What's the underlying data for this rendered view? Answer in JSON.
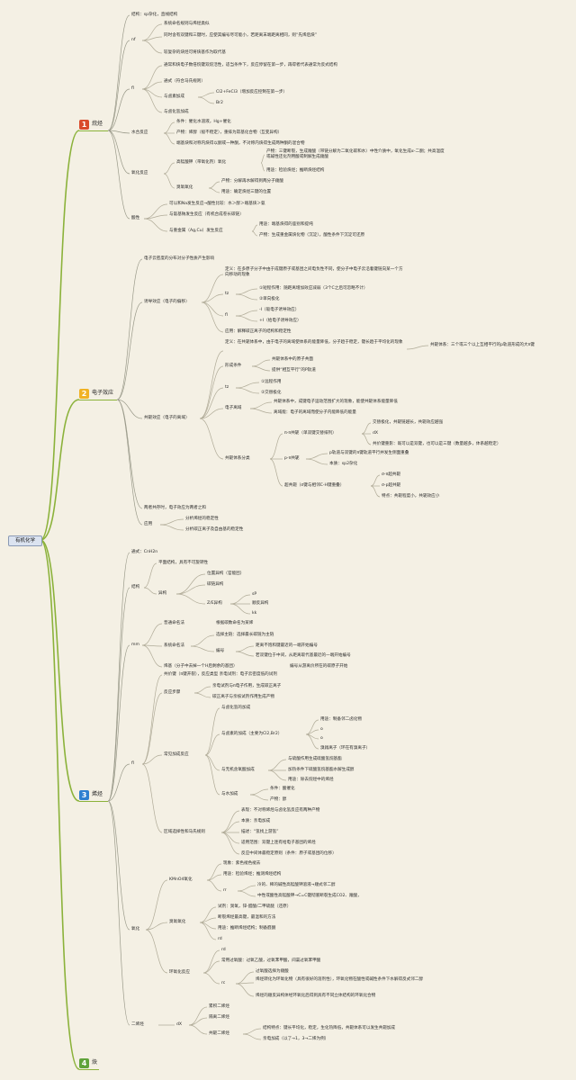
{
  "root": "有机化学",
  "b1": {
    "num": "1",
    "label": "烷烃"
  },
  "b2": {
    "num": "2",
    "label": "电子效应"
  },
  "b3": {
    "num": "3",
    "label": "烯烃"
  },
  "b4": {
    "num": "4",
    "label": "炔"
  },
  "s1": {
    "structure": "结构：sp杂化，直线结构",
    "nf": "nf",
    "nf_1": "系统命名规则与烯烃类似",
    "nf_2": "同时含有双键和三键时，应使其编号尽可能小，若距离末端距离相同，则“先烯后炔”",
    "nf_3": "较复杂的炔烃可将炔基作为取代基",
    "fl": "fl",
    "fl_1": "通常和炔电子数倍烷键双烷活性，适当条件下，反应停留在第一步，再得者代表通常为反式结构",
    "fl_2": "通式（符合马氏规则）",
    "fl_3": "与卤素加成",
    "fl_3a": "Cl2+FeCl3（增加反应控制在第一步）",
    "fl_3b": "Br2",
    "fl_4": "与卤化氢加成",
    "hydration": "水合反应",
    "hy_1": "条件：催化水溶液，Hg+催化",
    "hy_2": "产物：烯醇（极不稳定），重排为羰基化合物（互变异构）",
    "hy_3": "端基炔和对称内炔得以酮或一种酮，不对称内炔得生成两种酮的混合物",
    "oxidation": "氧化反应",
    "ox_1": "高锰酸钾（带氧化剂）氧化",
    "ox_1a": "产物：三键断裂，生成羧酸（带链分解为二氧化碳和水）中性介质中，氧化生成α-二酮；共高温度或碱性还化剂用酸或制解生成羧酸",
    "ox_1b": "用途：检验炔烃；推断炔烃结构",
    "ox_2": "臭氧氧化",
    "ox_2a": "产物：分解再水解得到两分子羧酸",
    "ox_2b": "用途：确定炔烃三键的位置",
    "acidity": "酸性",
    "ac_1": "可以和Na发生反应→酸性比较：水＞醇＞端基炔＞氨",
    "ac_2": "与氨基钠发生反应（有机合成卷长碳链）",
    "ac_3": "与重金属（Ag,Cu）发生反应",
    "ac_3a": "用途：端基炔得的鉴别和提纯",
    "ac_3b": "产物：生成重金属炔化物（沉淀），酸性条件下沉淀可还原"
  },
  "s2": {
    "intro": "电子云密度的分布对分子性质产生影响",
    "inductive": "诱导效应（电子的偏移）",
    "in_def": "定义：在多原子分子中由于成键原子或基团之间电负性不同，使分子中电子云沿着键链向某一个方向移动的现象",
    "in_tz": "tz",
    "in_tz_1": "①短程作用：随距离增加效应减弱（3个C之后可忽略不计）",
    "in_tz_2": "②单向极化",
    "in_fl": "fl",
    "in_fl_1": "-I（吸电子诱导效应）",
    "in_fl_2": "+I（给电子诱导效应）",
    "in_app": "应用：解释碳正离子的结构和稳定性",
    "conj": "共轭效应（电子的离域）",
    "cj_def": "定义：在共轭体系中，由于电子的离域使体系的能量降低，分子趋于稳定，键长趋于平均化的现象",
    "cj_sys": "共轭体系：三个或三个以上互相平行的p轨道形成的大π键",
    "cj_form": "形成条件",
    "cj_form_1": "共轭体系中的原子共面",
    "cj_form_2": "提供“相互平行”的P轨道",
    "cj_tz": "tz",
    "cj_tz_1": "①远程作用",
    "cj_tz_2": "②交替极化",
    "cj_dl": "电子离域",
    "cj_dl_1": "共轭体系中，成键电子运动范围扩大的现象，能使共轭体系能量降低",
    "cj_dl_2": "离域能：电子的离域而使分子内能降低的能量",
    "cj_cls": "共轭体系分类",
    "pipi": "π-π共轭（单双键交替排列）",
    "pipi_1": "交替极化，共轭链越长，共轭效应越强",
    "pipi_2": "dX",
    "pipi_3": "共价键重影：既可以是双键，也可以是三键（数量越多，体系越稳定）",
    "ppi": "p-π共轭",
    "ppi_1": "p轨道与双键的π键轨道平行并发生侧面重叠",
    "ppi_2": "本质：sp2杂化",
    "hyper": "超共轭（σ键与相邻C-H键重叠）",
    "hy_1": "σ-π超共轭",
    "hy_2": "σ-p超共轭",
    "hy_3": "特点：共轭程度小，共轭效应小",
    "coexist": "两者共存时，电子效应为两者之和",
    "app": "应用",
    "app_1": "分析烯烃的稳定性",
    "app_2": "分析碳正离子及自由基的稳定性"
  },
  "s3": {
    "formula": "通式：CnH2n",
    "jg": "结构",
    "jg_1": "平面结构，具有不可旋转性",
    "yg": "异构",
    "yg_1": "位置异构（官能团）",
    "yg_2": "碳链异构",
    "yg_3": "Z/E异构",
    "yg_3a": "sP",
    "yg_3b": "顺反异构",
    "yg_3c": "kk",
    "mm": "mm",
    "mm_1": "普通命名法",
    "mm_1a": "根据碳数命名为某烯",
    "mm_2": "系统命名法",
    "mm_2a": "选择主链：选择最长碳链为主链",
    "mm_2b": "编号",
    "mm_2c": "距离不饱和键最近的一端开始编号",
    "mm_2d": "若双键位于中间，从距离取代基最近的一端开始编号",
    "mm_3": "烯基（分子中去掉一个H后剩余的基团）",
    "mm_3a": "编号从游离价所在的碳原子开始",
    "fl": "fl",
    "fl_yz": "共价键（π键开裂），反应类型 亲电试剂：电子云密度低的试剂",
    "fl_bz": "反应步骤",
    "fl_bz_1": "亲电试剂与π电子作用，生成碳正离子",
    "fl_bz_2": "碳正离子与亲核试剂作用生成产物",
    "fl_cy": "常见加成反应",
    "fl_cy_1": "与卤化氢的加成",
    "fl_cy_2": "与卤素的加成（主要为Cl2,Br2）",
    "fl_cy_2a": "用途：制备邻二卤化物",
    "fl_cy_2b": "o",
    "fl_cy_2c": "o",
    "fl_cy_2d": "溴鎓离子（环在有溴离子）",
    "fl_cy_3": "与无机含氧酸加成",
    "fl_cy_3a": "与硫酸作用生成硫酸氢烷基酯",
    "fl_cy_3b": "加热条件下硫酸氢烷基酯水解生成醇",
    "fl_cy_3c": "用途：除去烷烃中的烯烃",
    "fl_cy_4": "与水加成",
    "fl_cy_4a": "条件：酸催化",
    "fl_cy_4b": "产物：醇",
    "fl_qy": "区域选择性和马氏规则",
    "fl_qy_1": "表现：不对称烯烃与卤化氢反应有两种产物",
    "fl_qy_2": "本质：亲电加成",
    "fl_qy_3": "描述：“氢找上游氢”",
    "fl_qy_4": "适用范围：双键上连有给电子基团的烯烃",
    "fl_qy_5": "反应中间体最稳定原则（条件：原子或基团的位移）",
    "yh": "氧化",
    "yh_k": "KMnO4氧化",
    "yh_k1": "现象：紫色褪色褪去",
    "yh_k2": "用途：检验烯烃；推测烯烃结构",
    "yh_rr": "rr",
    "yh_rr1": "冷的、稀的碱性高锰酸钾溶液→顺式邻二醇",
    "yh_rr2": "中性或酸性高锰酸钾→C=C键彻底断裂生成CO2、羧酸，",
    "yh_o": "臭氧氧化",
    "yh_o1": "试剂：臭氧，锌-醋酸/二甲硫醚（还原）",
    "yh_o2": "断裂烯烃最高键，最温和的方法",
    "yh_o3": "用途：推断烯烃结构；制备醛酮",
    "yh_o4": "rd",
    "hh": "环氧化反应",
    "hh_1": "rd",
    "hh_2": "常用过氧酸：过氧乙酸，过氧苯甲酸，间氯过氧苯甲酸",
    "hh_rc": "rc",
    "hh_rc1": "过氧酸选择为羧酸",
    "hh_rc2": "烯烃转化为环氧化物（具有很好的溶剂性），环氧化物在酸性或碱性条件下水解得反式邻二醇",
    "hh_rc3": "烯烃的顺反异构体经环氧化后得到具有不同立体结构的环氧化合物",
    "ex": "二烯烃",
    "ex_dx": "dX",
    "ex_1": "累积二烯烃",
    "ex_2": "隔离二烯烃",
    "ex_3": "共轭二烯烃",
    "ex_3a": "结构特点：键长平均化，稳定，生化热降低，共轭体系可以发生共轭加成",
    "ex_3b": "亲电加成（以了→1，3→二烯为例）"
  }
}
